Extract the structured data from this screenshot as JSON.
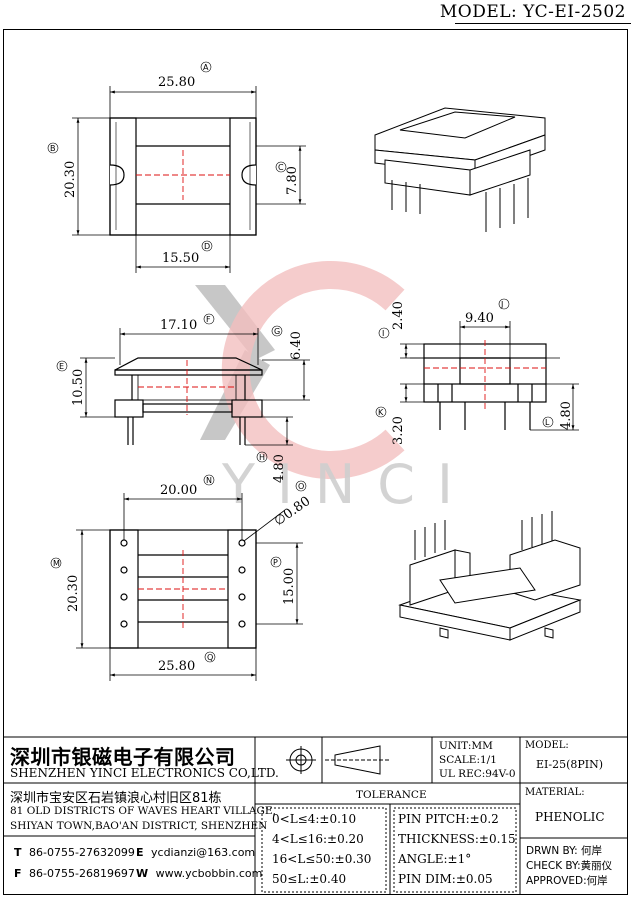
{
  "header": {
    "model_title": "MODEL: YC-EI-2502"
  },
  "dimensions": {
    "A": {
      "label": "A",
      "value": "25.80"
    },
    "B": {
      "label": "B",
      "value": "20.30"
    },
    "C": {
      "label": "C",
      "value": "7.80"
    },
    "D": {
      "label": "D",
      "value": "15.50"
    },
    "E": {
      "label": "E",
      "value": "10.50"
    },
    "F": {
      "label": "F",
      "value": "17.10"
    },
    "G": {
      "label": "G",
      "value": "6.40"
    },
    "H": {
      "label": "H",
      "value": "4.80"
    },
    "I": {
      "label": "I",
      "value": "2.40"
    },
    "J": {
      "label": "J",
      "value": "9.40"
    },
    "K": {
      "label": "K",
      "value": "3.20"
    },
    "L": {
      "label": "L",
      "value": "4.80"
    },
    "M": {
      "label": "M",
      "value": "20.30"
    },
    "N": {
      "label": "N",
      "value": "20.00"
    },
    "O": {
      "label": "O",
      "value": "∅0.80"
    },
    "P": {
      "label": "P",
      "value": "15.00"
    },
    "Q": {
      "label": "Q",
      "value": "25.80"
    }
  },
  "watermark": {
    "text": "YINCI",
    "colors": {
      "y_shape": "#9a9a9a",
      "c_shape": "#e88a8a"
    }
  },
  "title_block": {
    "company_cn": "深圳市银磁电子有限公司",
    "company_en": "SHENZHEN YINCI ELECTRONICS CO,LTD.",
    "address_cn": "深圳市宝安区石岩镇浪心村旧区81栋",
    "address_en_1": "81 OLD DISTRICTS OF WAVES HEART VILLAGE,",
    "address_en_2": "SHIYAN TOWN,BAO'AN DISTRICT, SHENZHEN",
    "tel_key": "T",
    "tel": "86-0755-27632099",
    "email_key": "E",
    "email": "ycdianzi@163.com",
    "fax_key": "F",
    "fax": "86-0755-26819697",
    "web_key": "W",
    "web": "www.ycbobbin.com",
    "unit": "UNIT:MM",
    "scale": "SCALE:1/1",
    "ul_rec": "UL REC:94V-0",
    "model_label": "MODEL:",
    "model_value": "EI-25(8PIN)",
    "material_label": "MATERIAL:",
    "material_value": "PHENOLIC",
    "tolerance_title": "TOLERANCE",
    "tol_left": [
      "0<L≤4:±0.10",
      "4<L≤16:±0.20",
      "16<L≤50:±0.30",
      "50≤L:±0.40"
    ],
    "tol_right": [
      "PIN PITCH:±0.2",
      "THICKNESS:±0.15",
      "ANGLE:±1°",
      "PIN DIM:±0.05"
    ],
    "drawn_by": "DRWN BY: 何岸",
    "check_by": "CHECK BY:黄丽仪",
    "approved": "APPROVED:何岸"
  }
}
